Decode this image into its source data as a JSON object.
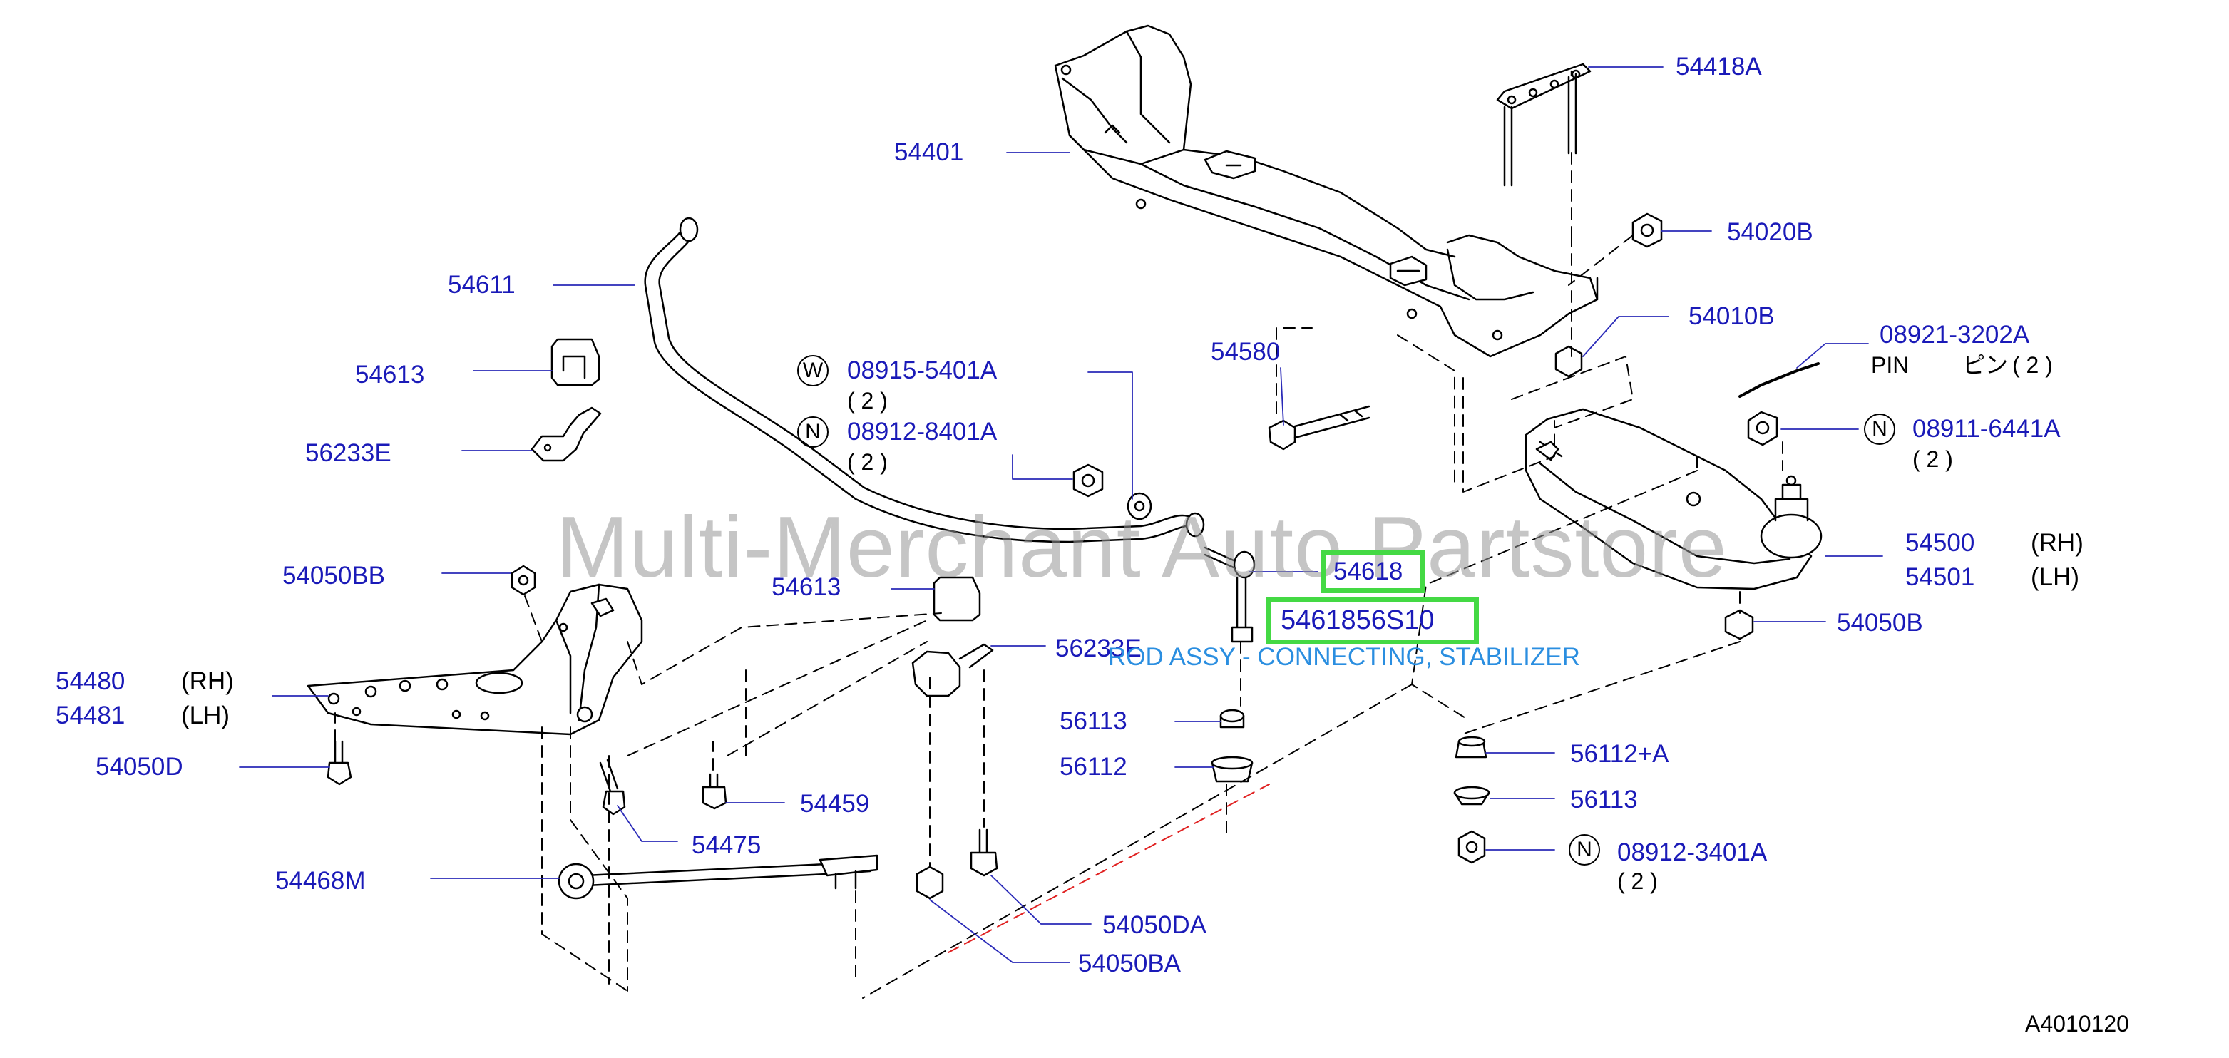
{
  "diagram": {
    "figure_code": "A4010120",
    "watermark": "Multi-Merchant Auto Partstore",
    "highlighted_label": "54618",
    "highlighted_alt_part": "5461856S10",
    "tooltip": "ROD ASSY - CONNECTING, STABILIZER",
    "parts": {
      "p54418A": "54418A",
      "p54401": "54401",
      "p54020B": "54020B",
      "p54611": "54611",
      "p54010B": "54010B",
      "p08921": "08921-3202A",
      "pin": "PIN",
      "pin_jp": "ピン",
      "pin_qty": "( 2 )",
      "w_symbol": "W",
      "p08915": "08915-5401A",
      "p08915_qty": "( 2 )",
      "n_symbol": "N",
      "p08912_8401": "08912-8401A",
      "p08912_8401_qty": "( 2 )",
      "p54613_top": "54613",
      "p54580": "54580",
      "p08911": "08911-6441A",
      "p08911_qty": "( 2 )",
      "p56233E_top": "56233E",
      "p54500": "54500",
      "rh": "(RH)",
      "p54501": "54501",
      "lh": "(LH)",
      "p54050BB": "54050BB",
      "p54613_mid": "54613",
      "p54050B": "54050B",
      "p56233E_mid": "56233E",
      "p54480": "54480",
      "p54481": "54481",
      "p56113_left": "56113",
      "p56112plusA": "56112+A",
      "p54050D": "54050D",
      "p56112": "56112",
      "p56113_right": "56113",
      "p54459": "54459",
      "p08912_3401": "08912-3401A",
      "p08912_3401_qty": "( 2 )",
      "p54475": "54475",
      "p54468M": "54468M",
      "p54050DA": "54050DA",
      "p54050BA": "54050BA"
    }
  },
  "colors": {
    "label_blue": "#1a1ab8",
    "highlight_green": "#44d944",
    "tooltip_blue": "#2a8ee0",
    "leader_red": "#e02020",
    "watermark_gray": "#969696"
  }
}
